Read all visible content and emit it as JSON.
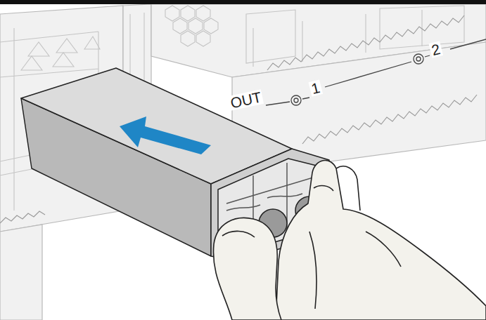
{
  "diagram": {
    "labels": [
      "OUT",
      "1",
      "2"
    ]
  }
}
